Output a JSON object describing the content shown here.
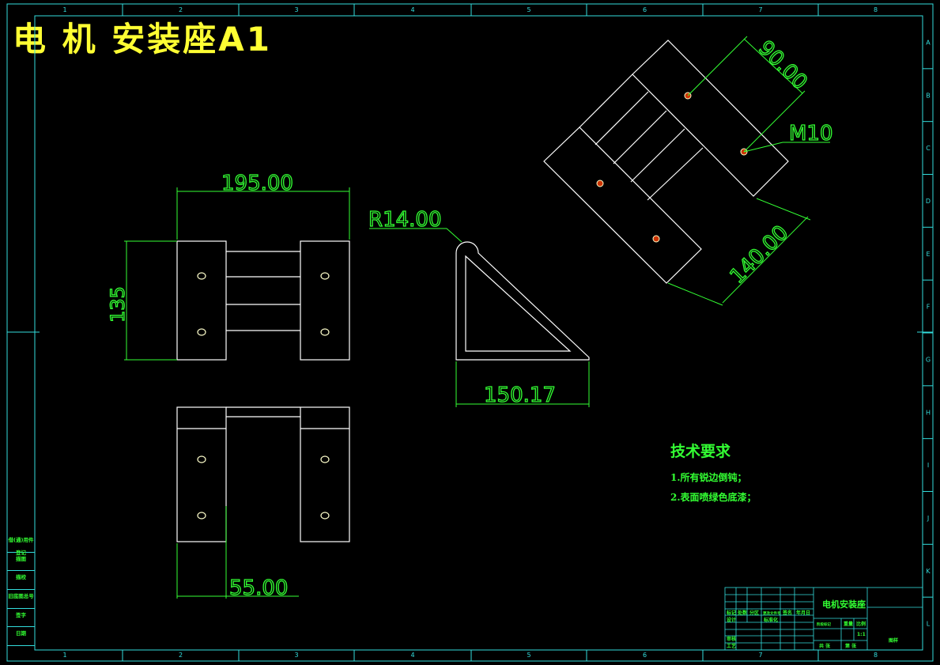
{
  "title": "电 机 安装座A1",
  "zone_numbers": [
    "1",
    "2",
    "3",
    "4",
    "5",
    "6",
    "7",
    "8"
  ],
  "zone_letters": [
    "A",
    "B",
    "C",
    "D",
    "E",
    "F",
    "G",
    "H",
    "I",
    "J",
    "K",
    "L"
  ],
  "dimensions": {
    "top_width": "195.00",
    "top_height": "135",
    "fillet_radius": "R14.00",
    "side_width": "150.17",
    "bottom_width": "55.00",
    "hole_spacing": "90.00",
    "hole_thread": "M10",
    "diag_length": "140.00"
  },
  "tech_requirements": {
    "heading": "技术要求",
    "notes": [
      "1.所有锐边倒钝；",
      "2.表面喷绿色底漆；"
    ]
  },
  "side_table": [
    "借(通)用件登记",
    "描图",
    "描校",
    "旧底图总号",
    "签字",
    "日期"
  ],
  "title_block": {
    "part_name": "电机安装座",
    "row_labels": [
      "标记",
      "处数",
      "分区",
      "更改文件号",
      "签名",
      "年月日"
    ],
    "roles": [
      "设计",
      "标准化",
      "审核",
      "工艺"
    ],
    "cells": [
      "阶段标记",
      "重量",
      "比例",
      "1:1",
      "共 张",
      "第 张"
    ],
    "right_label": "图样"
  },
  "colors": {
    "line": "#ffffff",
    "frame": "#33dddd",
    "dim": "#33ff33",
    "title": "#ffff33",
    "hole_fill": "#cc3300"
  }
}
